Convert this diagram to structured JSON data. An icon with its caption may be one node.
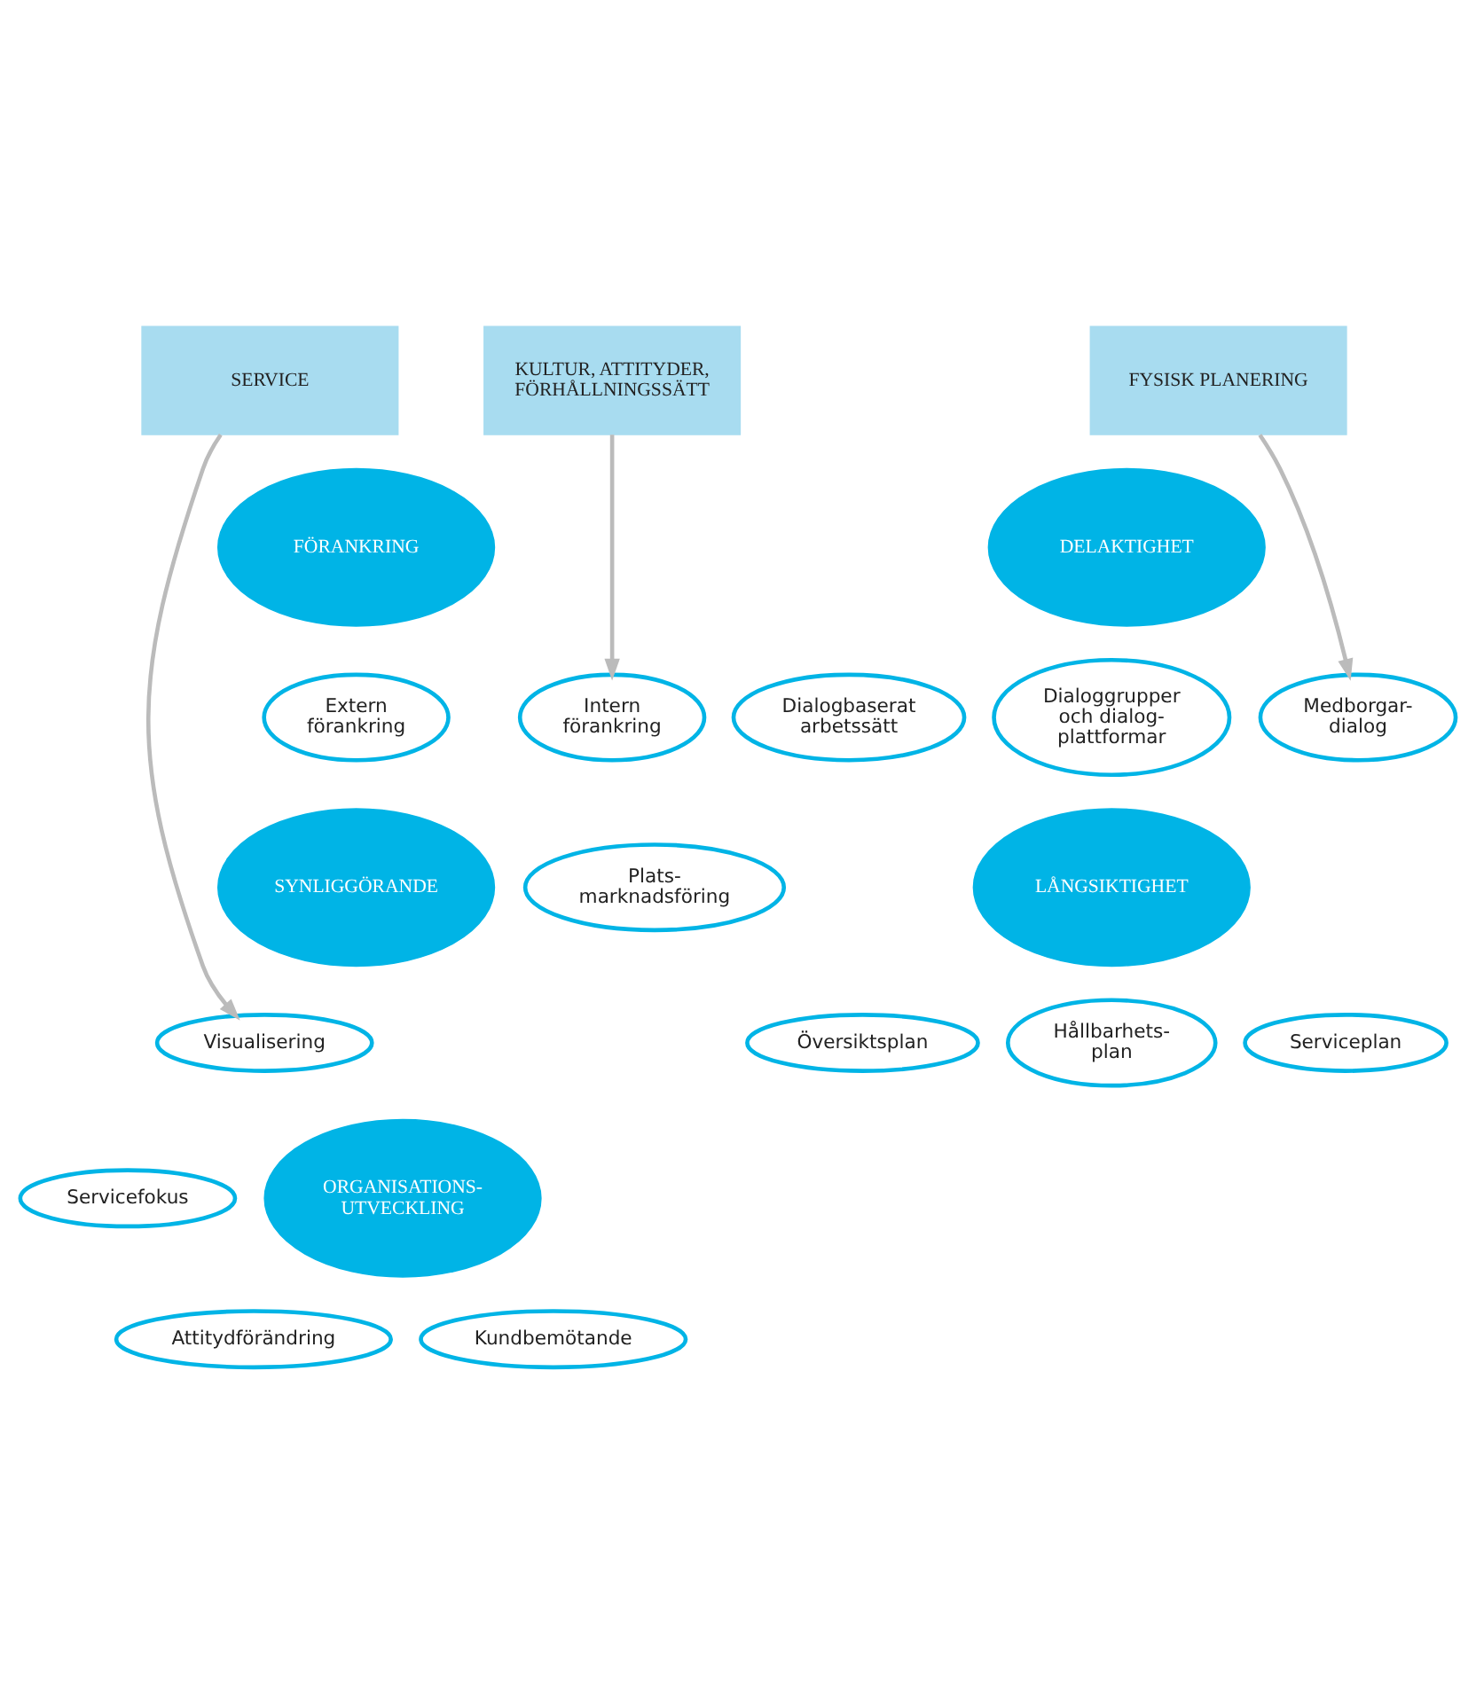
{
  "diagram": {
    "nodes": [
      {
        "text": [
          "SERVICE"
        ]
      },
      {
        "text": [
          "KULTUR, ATTITYDER, FÖRHÅLLNINGSSÄTT"
        ]
      },
      {
        "text": [
          "FYSISK PLANERING"
        ]
      },
      {
        "text": [
          "FÖRANKRING"
        ]
      },
      {
        "text": [
          "Dialogbaserat arbetssätt"
        ]
      },
      {
        "text": [
          "DELAKTIGHET"
        ]
      },
      {
        "text": [
          "Intern förankring"
        ]
      },
      {
        "text": [
          "Medborgar- dialog"
        ]
      },
      {
        "text": [
          "Extern förankring"
        ]
      },
      {
        "text": [
          "Dialoggrupper och dialog- plattformar"
        ]
      },
      {
        "text": [
          "Plats- marknadsföring"
        ]
      },
      {
        "text": [
          "SYNLIGGÖRANDE"
        ]
      },
      {
        "text": [
          "LÅNGSIKTIGHET"
        ]
      },
      {
        "text": [
          "Översiktsplan"
        ]
      },
      {
        "text": [
          "Visualisering"
        ]
      },
      {
        "text": [
          "Hållbarhets- plan"
        ]
      },
      {
        "text": [
          "Serviceplan"
        ]
      },
      {
        "text": [
          "Servicefokus"
        ]
      },
      {
        "text": [
          "ORGANISATIONS- UTVECKLING"
        ]
      },
      {
        "text": [
          "Attitydförändring"
        ]
      },
      {
        "text": [
          "Kundbemötande"
        ]
      }
    ],
    "edges": [
      {
        "from": 0,
        "to": 14,
        "arrow": "to"
      },
      {
        "from": 1,
        "to": 6,
        "arrow": "to"
      },
      {
        "from": 2,
        "to": 7,
        "arrow": "to"
      }
    ]
  }
}
